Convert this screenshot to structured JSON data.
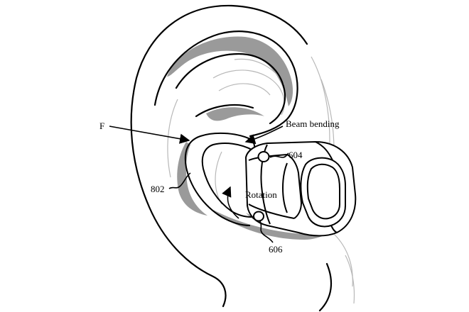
{
  "labels": {
    "force": "F",
    "beam_bending": "Beam bending",
    "ref_604": "604",
    "ref_802": "802",
    "rotation": "Rotation",
    "ref_606": "606"
  },
  "colors": {
    "line": "#000000",
    "shadow": "#9a9a9a",
    "faint": "#b8b8b8",
    "background": "#ffffff"
  }
}
